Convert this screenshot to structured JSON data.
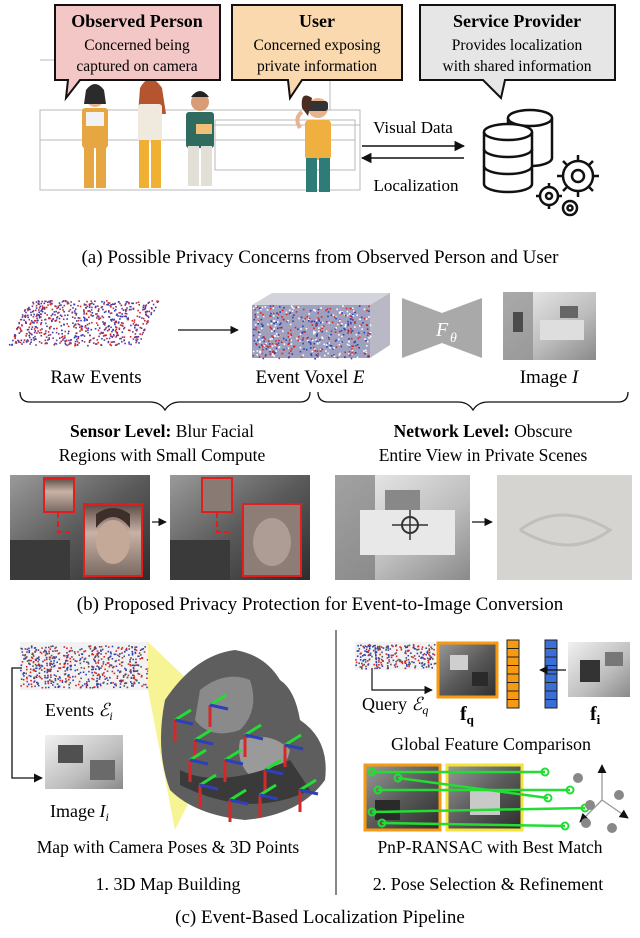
{
  "panel_a": {
    "observed_person": {
      "title": "Observed Person",
      "line1": "Concerned being",
      "line2": "captured on camera"
    },
    "user": {
      "title": "User",
      "line1": "Concerned exposing",
      "line2": "private information"
    },
    "service_provider": {
      "title": "Service Provider",
      "line1": "Provides localization",
      "line2": "with shared information"
    },
    "visual_data": "Visual Data",
    "localization": "Localization",
    "caption": "(a) Possible Privacy Concerns from Observed Person and User"
  },
  "panel_b": {
    "raw_events": "Raw Events",
    "event_voxel": "Event Voxel ",
    "event_voxel_sym": "E",
    "network_sym": "F",
    "network_sub": "θ",
    "image_label": "Image ",
    "image_sym": "I",
    "sensor_level_bold": "Sensor Level:",
    "sensor_level_rest": " Blur Facial",
    "sensor_level_line2": "Regions with Small Compute",
    "network_level_bold": "Network Level:",
    "network_level_rest": " Obscure",
    "network_level_line2": "Entire View in Private Scenes",
    "caption": "(b) Proposed Privacy Protection for Event-to-Image Conversion"
  },
  "panel_c": {
    "events_label": "Events ",
    "events_sym": "ℰ",
    "events_sub": "i",
    "image_label": "Image ",
    "image_sym": "I",
    "image_sub": "i",
    "map_caption": "Map with Camera Poses & 3D Points",
    "step1": "1. 3D Map Building",
    "query_label": "Query ",
    "query_sym": "ℰ",
    "query_sub": "q",
    "fq": "f",
    "fq_sub": "q",
    "fi": "f",
    "fi_sub": "i",
    "global_feature": "Global Feature Comparison",
    "pnp": "PnP-RANSAC with Best Match",
    "step2": "2. Pose Selection & Refinement",
    "caption": "(c) Event-Based Localization Pipeline"
  },
  "colors": {
    "observed_fill": "#f4c7c7",
    "user_fill": "#f9d9ad",
    "provider_fill": "#e6e6e6",
    "red_box": "#e11d1d",
    "orange": "#f59a12",
    "blue": "#3b6fd8",
    "green": "#22dd33",
    "event_red": "#d62828",
    "event_blue": "#2e3fb8"
  }
}
